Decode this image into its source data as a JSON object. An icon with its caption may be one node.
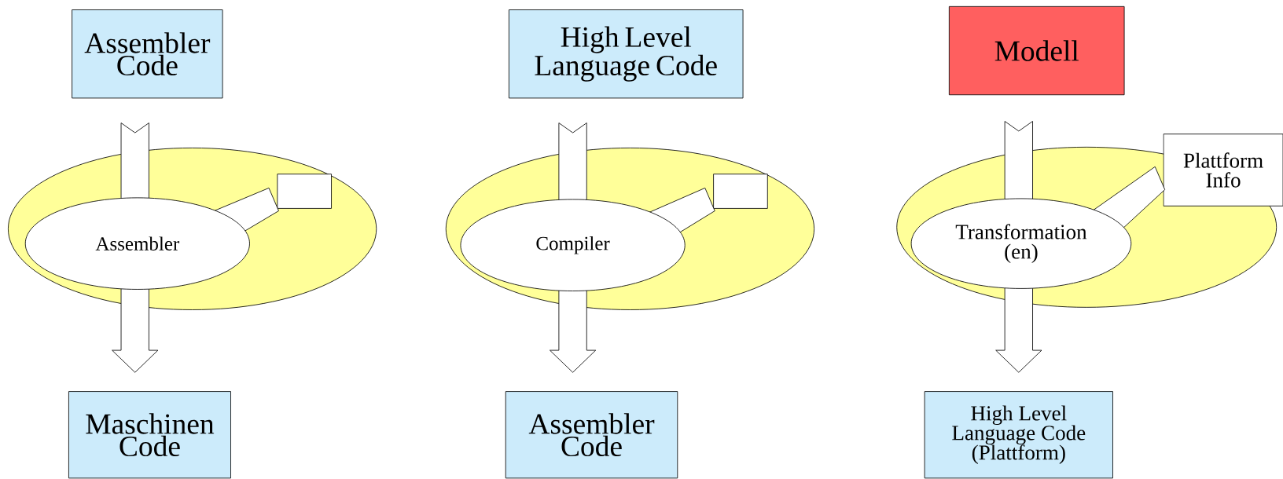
{
  "diagram": {
    "nodes": [
      {
        "text": [
          "Assembler Code"
        ]
      },
      {
        "text": [
          "High Level Language Code"
        ]
      },
      {
        "text": [
          "Modell"
        ]
      },
      {
        "text": [],
        "shape": "ellipse"
      },
      {
        "text": [],
        "shape": "box",
        "in": 3
      },
      {
        "text": [
          "Assembler"
        ],
        "in": 3
      },
      {
        "text": [],
        "shape": "ellipse"
      },
      {
        "text": [],
        "shape": "box",
        "in": 6
      },
      {
        "text": [
          "Compiler"
        ],
        "in": 6
      },
      {
        "text": [],
        "shape": "ellipse"
      },
      {
        "text": [
          "Plattform Info"
        ]
      },
      {
        "text": [
          "Transformation (en)"
        ],
        "in": 9
      },
      {
        "text": [
          "Maschinen Code"
        ]
      },
      {
        "text": [
          "Assembler Code"
        ]
      },
      {
        "text": [
          "High Level Language Code (Plattform)"
        ]
      }
    ],
    "edges": [
      {
        "from": 0,
        "to": 12,
        "arrow": "to"
      },
      {
        "from": 4,
        "to": 5,
        "arrow": "none"
      },
      {
        "from": 1,
        "to": 13,
        "arrow": "to"
      },
      {
        "from": 7,
        "to": 8,
        "arrow": "none"
      },
      {
        "from": 2,
        "to": 14,
        "arrow": "to"
      },
      {
        "from": 10,
        "to": 11,
        "arrow": "none"
      }
    ]
  }
}
